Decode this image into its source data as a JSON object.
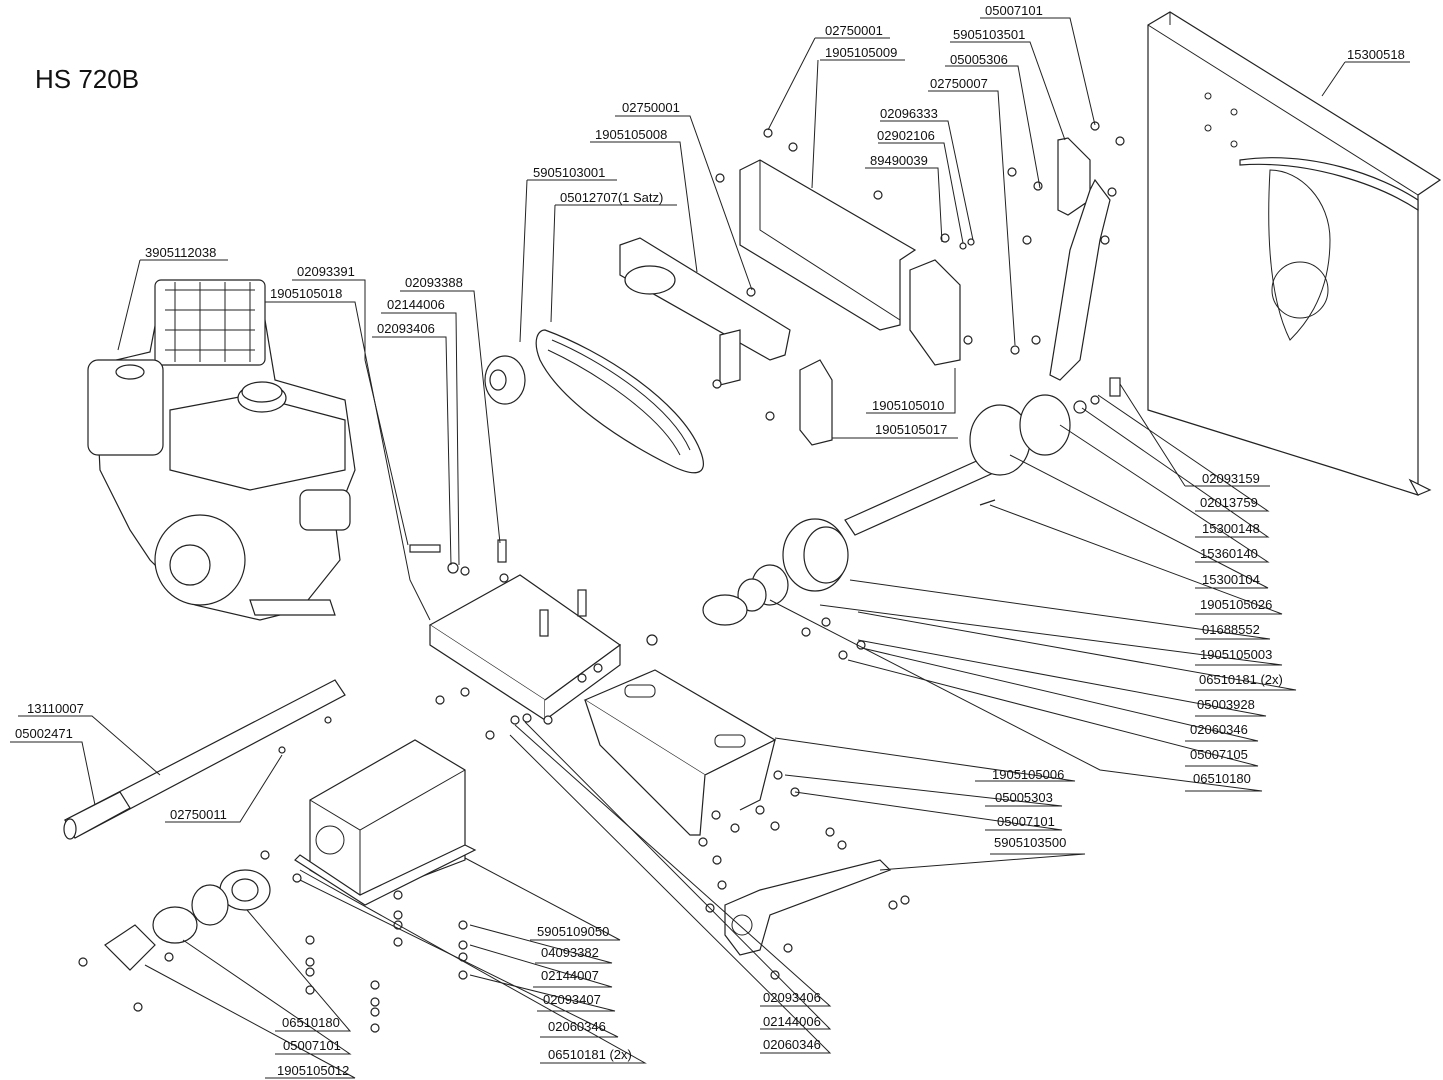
{
  "title": "HS 720B",
  "callouts": [
    {
      "id": "c1",
      "part": "05007101"
    },
    {
      "id": "c2",
      "part": "5905103501"
    },
    {
      "id": "c3",
      "part": "05005306"
    },
    {
      "id": "c4",
      "part": "02750007"
    },
    {
      "id": "c5",
      "part": "02750001"
    },
    {
      "id": "c6",
      "part": "1905105009"
    },
    {
      "id": "c7",
      "part": "15300518"
    },
    {
      "id": "c8",
      "part": "02750001"
    },
    {
      "id": "c9",
      "part": "1905105008"
    },
    {
      "id": "c10",
      "part": "02096333"
    },
    {
      "id": "c11",
      "part": "02902106"
    },
    {
      "id": "c12",
      "part": "89490039"
    },
    {
      "id": "c13",
      "part": "5905103001"
    },
    {
      "id": "c14",
      "part": "05012707(1 Satz)"
    },
    {
      "id": "c15",
      "part": "3905112038"
    },
    {
      "id": "c16",
      "part": "02093391"
    },
    {
      "id": "c17",
      "part": "1905105018"
    },
    {
      "id": "c18",
      "part": "02093388"
    },
    {
      "id": "c19",
      "part": "02144006"
    },
    {
      "id": "c20",
      "part": "02093406"
    },
    {
      "id": "c21",
      "part": "1905105010"
    },
    {
      "id": "c22",
      "part": "1905105017"
    },
    {
      "id": "c23",
      "part": "02093159"
    },
    {
      "id": "c24",
      "part": "02013759"
    },
    {
      "id": "c25",
      "part": "15300148"
    },
    {
      "id": "c26",
      "part": "15360140"
    },
    {
      "id": "c27",
      "part": "15300104"
    },
    {
      "id": "c28",
      "part": "1905105026"
    },
    {
      "id": "c29",
      "part": "01688552"
    },
    {
      "id": "c30",
      "part": "1905105003"
    },
    {
      "id": "c31",
      "part": "06510181 (2x)"
    },
    {
      "id": "c32",
      "part": "05003928"
    },
    {
      "id": "c33",
      "part": "02060346"
    },
    {
      "id": "c34",
      "part": "05007105"
    },
    {
      "id": "c35",
      "part": "06510180"
    },
    {
      "id": "c36",
      "part": "13110007"
    },
    {
      "id": "c37",
      "part": "05002471"
    },
    {
      "id": "c38",
      "part": "02750011"
    },
    {
      "id": "c39",
      "part": "1905105006"
    },
    {
      "id": "c40",
      "part": "05005303"
    },
    {
      "id": "c41",
      "part": "05007101"
    },
    {
      "id": "c42",
      "part": "5905103500"
    },
    {
      "id": "c43",
      "part": "5905109050"
    },
    {
      "id": "c44",
      "part": "04093382"
    },
    {
      "id": "c45",
      "part": "02144007"
    },
    {
      "id": "c46",
      "part": "02093407"
    },
    {
      "id": "c47",
      "part": "02060346"
    },
    {
      "id": "c48",
      "part": "06510181 (2x)"
    },
    {
      "id": "c49",
      "part": "02093406"
    },
    {
      "id": "c50",
      "part": "02144006"
    },
    {
      "id": "c51",
      "part": "02060346"
    },
    {
      "id": "c52",
      "part": "06510180"
    },
    {
      "id": "c53",
      "part": "05007101"
    },
    {
      "id": "c54",
      "part": "1905105012"
    }
  ]
}
